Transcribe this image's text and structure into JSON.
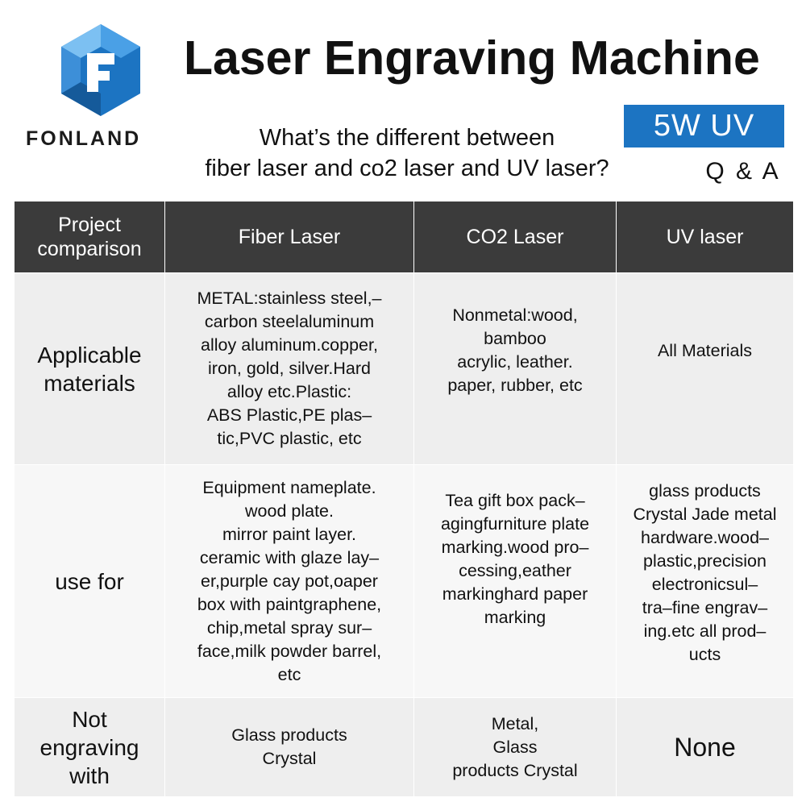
{
  "brand": {
    "name": "FONLAND",
    "logo_icon": "fonland-hexagon-logo-icon",
    "logo_color": "#1c74c2"
  },
  "title": "Laser Engraving Machine",
  "badge": {
    "label": "5W UV",
    "color": "#1c74c2"
  },
  "question": {
    "line1": "What’s the different between",
    "line2": "fiber laser and co2 laser and UV laser?"
  },
  "qa_label": "Q & A",
  "table": {
    "header_color": "#3b3b3b",
    "headers": {
      "project": [
        "Project",
        "comparison"
      ],
      "fiber": "Fiber Laser",
      "co2": "CO2 Laser",
      "uv": "UV laser"
    },
    "rows": [
      {
        "label": [
          "Applicable",
          "materials"
        ],
        "fiber": [
          "METAL:stainless steel,–",
          "carbon steelaluminum",
          "alloy aluminum.copper,",
          "iron, gold, silver.Hard",
          "alloy etc.Plastic:",
          "ABS Plastic,PE plas–",
          "tic,PVC plastic, etc"
        ],
        "co2": [
          "Nonmetal:wood,",
          "bamboo",
          "acrylic, leather.",
          "paper, rubber, etc"
        ],
        "uv": [
          "All Materials"
        ]
      },
      {
        "label": [
          "use for"
        ],
        "fiber": [
          "Equipment nameplate.",
          "wood plate.",
          "mirror paint layer.",
          "ceramic with glaze lay–",
          "er,purple cay pot,oaper",
          "box with paintgraphene,",
          "chip,metal spray sur–",
          "face,milk powder barrel,",
          "etc"
        ],
        "co2": [
          "Tea gift box pack–",
          "agingfurniture plate",
          "marking.wood pro–",
          "cessing,eather",
          "markinghard paper",
          "marking"
        ],
        "uv": [
          "glass products",
          "Crystal Jade metal",
          "hardware.wood–",
          "plastic,precision",
          "electronicsul–",
          "tra–fine engrav–",
          "ing.etc all prod–",
          "ucts"
        ]
      },
      {
        "label": [
          "Not",
          "engraving",
          "with"
        ],
        "fiber": [
          "Glass products",
          "Crystal"
        ],
        "co2": [
          "Metal,",
          "Glass",
          "products Crystal"
        ],
        "uv": [
          "None"
        ]
      }
    ]
  }
}
